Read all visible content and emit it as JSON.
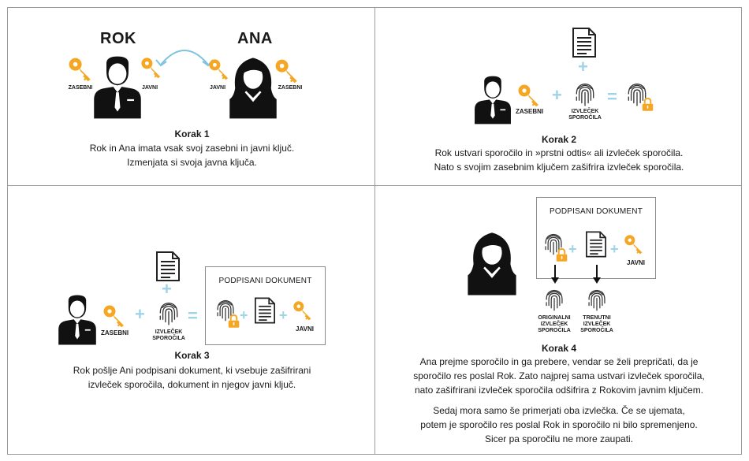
{
  "step1": {
    "name_left": "ROK",
    "name_right": "ANA",
    "label_private_left": "ZASEBNI",
    "label_public_left": "JAVNI",
    "label_public_right": "JAVNI",
    "label_private_right": "ZASEBNI",
    "title": "Korak 1",
    "line1": "Rok in Ana imata vsak svoj zasebni in javni ključ.",
    "line2": "Izmenjata si svoja javna ključa."
  },
  "step2": {
    "label_private": "ZASEBNI",
    "fp_label1": "IZVLEČEK",
    "fp_label2": "SPOROČILA",
    "title": "Korak 2",
    "line1": "Rok ustvari sporočilo in »prstni odtis« ali izvleček sporočila.",
    "line2": "Nato s svojim zasebnim ključem zašifrira izvleček sporočila."
  },
  "step3": {
    "label_private": "ZASEBNI",
    "fp_label1": "IZVLEČEK",
    "fp_label2": "SPOROČILA",
    "box_title": "PODPISANI DOKUMENT",
    "label_public": "JAVNI",
    "title": "Korak 3",
    "line1": "Rok pošlje Ani podpisani dokument, ki vsebuje zašifrirani",
    "line2": "izvleček sporočila, dokument in njegov javni ključ."
  },
  "step4": {
    "box_title": "PODPISANI DOKUMENT",
    "label_public": "JAVNI",
    "orig1": "ORIGINALNI",
    "orig2": "IZVLEČEK",
    "orig3": "SPOROČILA",
    "cur1": "TRENUTNI",
    "cur2": "IZVLEČEK",
    "cur3": "SPOROČILA",
    "title": "Korak 4",
    "p1_line1": "Ana prejme sporočilo in ga prebere, vendar se želi prepričati, da je",
    "p1_line2": "sporočilo res poslal Rok. Zato najprej sama ustvari izvleček sporočila,",
    "p1_line3": "nato zašifrirani izvleček sporočila odšifrira z Rokovim javnim ključem.",
    "p2_line1": "Sedaj mora samo še primerjati oba izvlečka. Če se ujemata,",
    "p2_line2": "potem je sporočilo res poslal Rok in sporočilo ni bilo spremenjeno.",
    "p2_line3": "Sicer pa sporočilu ne more zaupati."
  },
  "colors": {
    "key": "#f5a623",
    "accent": "#9fd4e8",
    "dark": "#111111",
    "arrow": "#7fc3df"
  },
  "icons": [
    "man-icon",
    "woman-icon",
    "key-icon",
    "document-icon",
    "fingerprint-icon",
    "lock-icon",
    "down-arrow-icon",
    "exchange-arrow-icon"
  ]
}
